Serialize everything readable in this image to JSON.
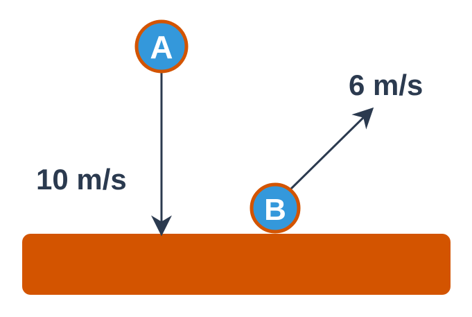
{
  "diagram": {
    "ball_a": {
      "label": "A"
    },
    "ball_b": {
      "label": "B"
    },
    "velocity_a": {
      "label": "10 m/s"
    },
    "velocity_b": {
      "label": "6 m/s"
    }
  },
  "colors": {
    "surface": "#d35400",
    "ball_fill": "#3498db",
    "ball_stroke": "#d35400",
    "arrow": "#2b3a4f",
    "text": "#2b3a4f"
  }
}
